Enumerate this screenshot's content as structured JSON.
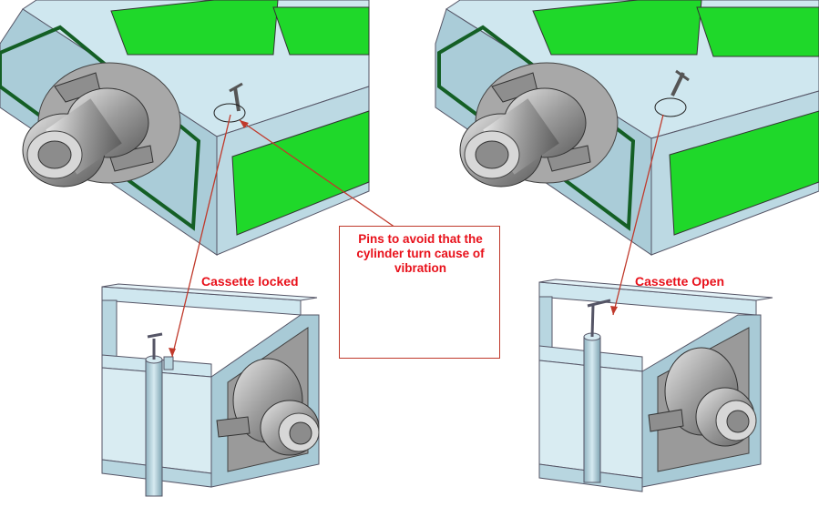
{
  "labels": {
    "cassette_locked": "Cassette locked",
    "cassette_open": "Cassette Open",
    "callout": "Pins to avoid that the cylinder turn cause of vibration"
  },
  "colors": {
    "annotation_red": "#e8101a",
    "callout_border": "#c0392b",
    "frame_light_blue": "#cfe7ef",
    "frame_side_blue": "#9fc4d1",
    "panel_green": "#1fd82a",
    "seal_dark_green": "#145f25",
    "steel_gray": "#9a9a9a",
    "dark_gray": "#4a4a4a"
  }
}
